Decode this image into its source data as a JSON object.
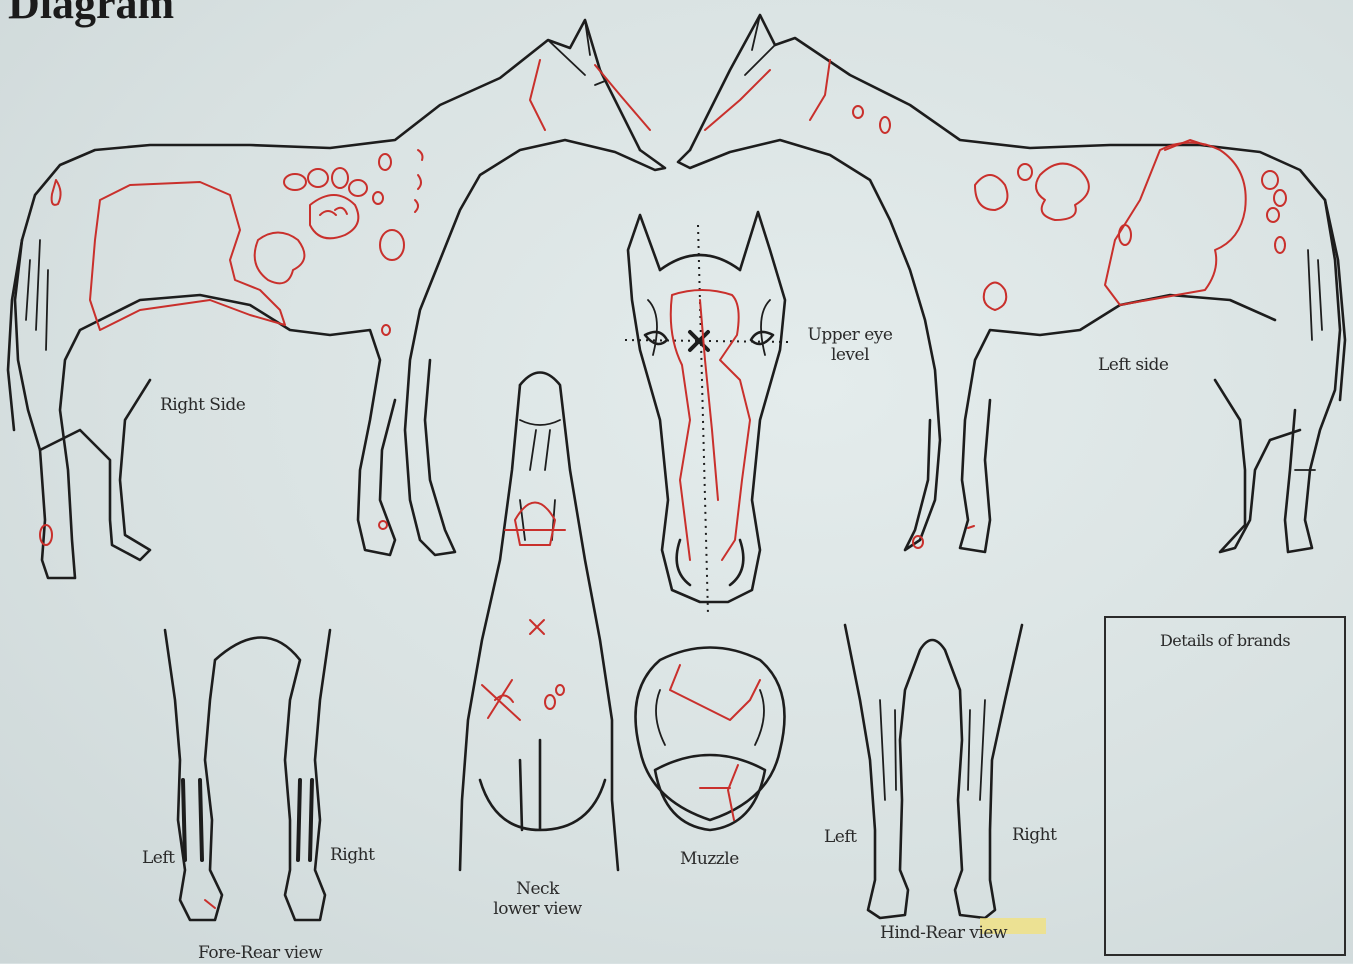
{
  "diagram": {
    "title": "Diagram",
    "labels": {
      "right_side": "Right Side",
      "left_side": "Left side",
      "upper_eye_level": "Upper eye\nlevel",
      "neck_lower_view": "Neck\nlower view",
      "muzzle": "Muzzle",
      "fore_rear_view": "Fore-Rear view",
      "fore_left": "Left",
      "fore_right": "Right",
      "hind_rear_view": "Hind-Rear view",
      "hind_left": "Left",
      "hind_right": "Right",
      "details_of_brands": "Details of brands"
    },
    "colors": {
      "outline": "#1d1d1d",
      "markings": "#c9302c",
      "paper": "#dbe3e4",
      "highlight": "#f3e27a"
    }
  }
}
